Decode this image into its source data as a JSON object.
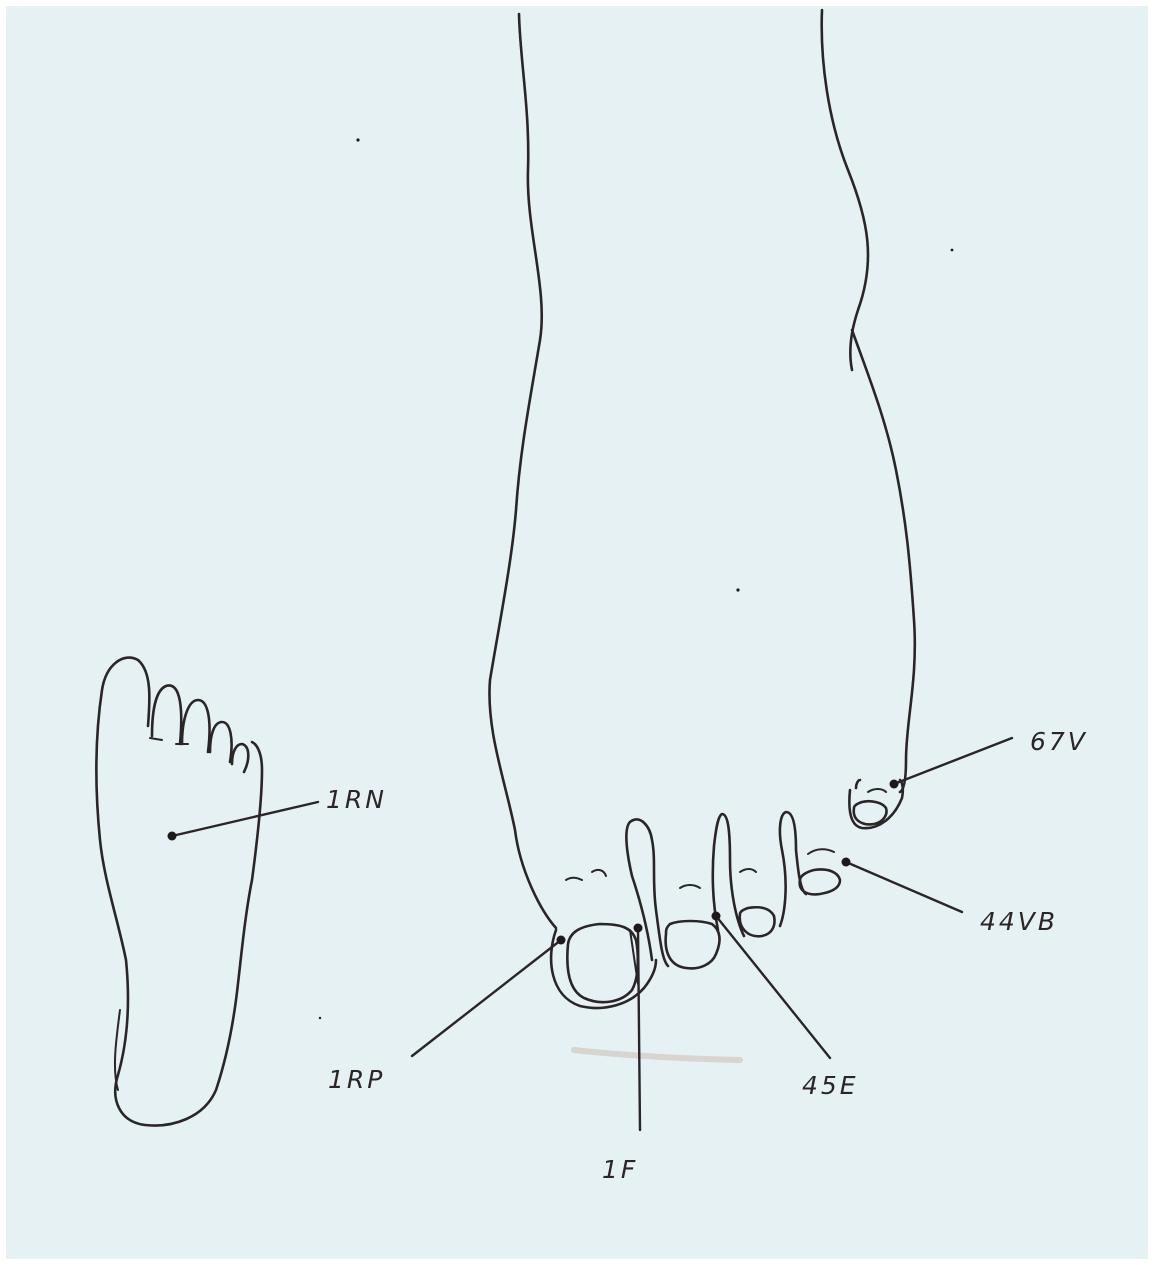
{
  "background_color": "#e6f1f3",
  "ink_color": "#2a2526",
  "points": [
    {
      "id": "1RN",
      "label": "1RN"
    },
    {
      "id": "1RP",
      "label": "1RP"
    },
    {
      "id": "1F",
      "label": "1F"
    },
    {
      "id": "45E",
      "label": "45E"
    },
    {
      "id": "44VB",
      "label": "44VB"
    },
    {
      "id": "67V",
      "label": "67V"
    }
  ]
}
